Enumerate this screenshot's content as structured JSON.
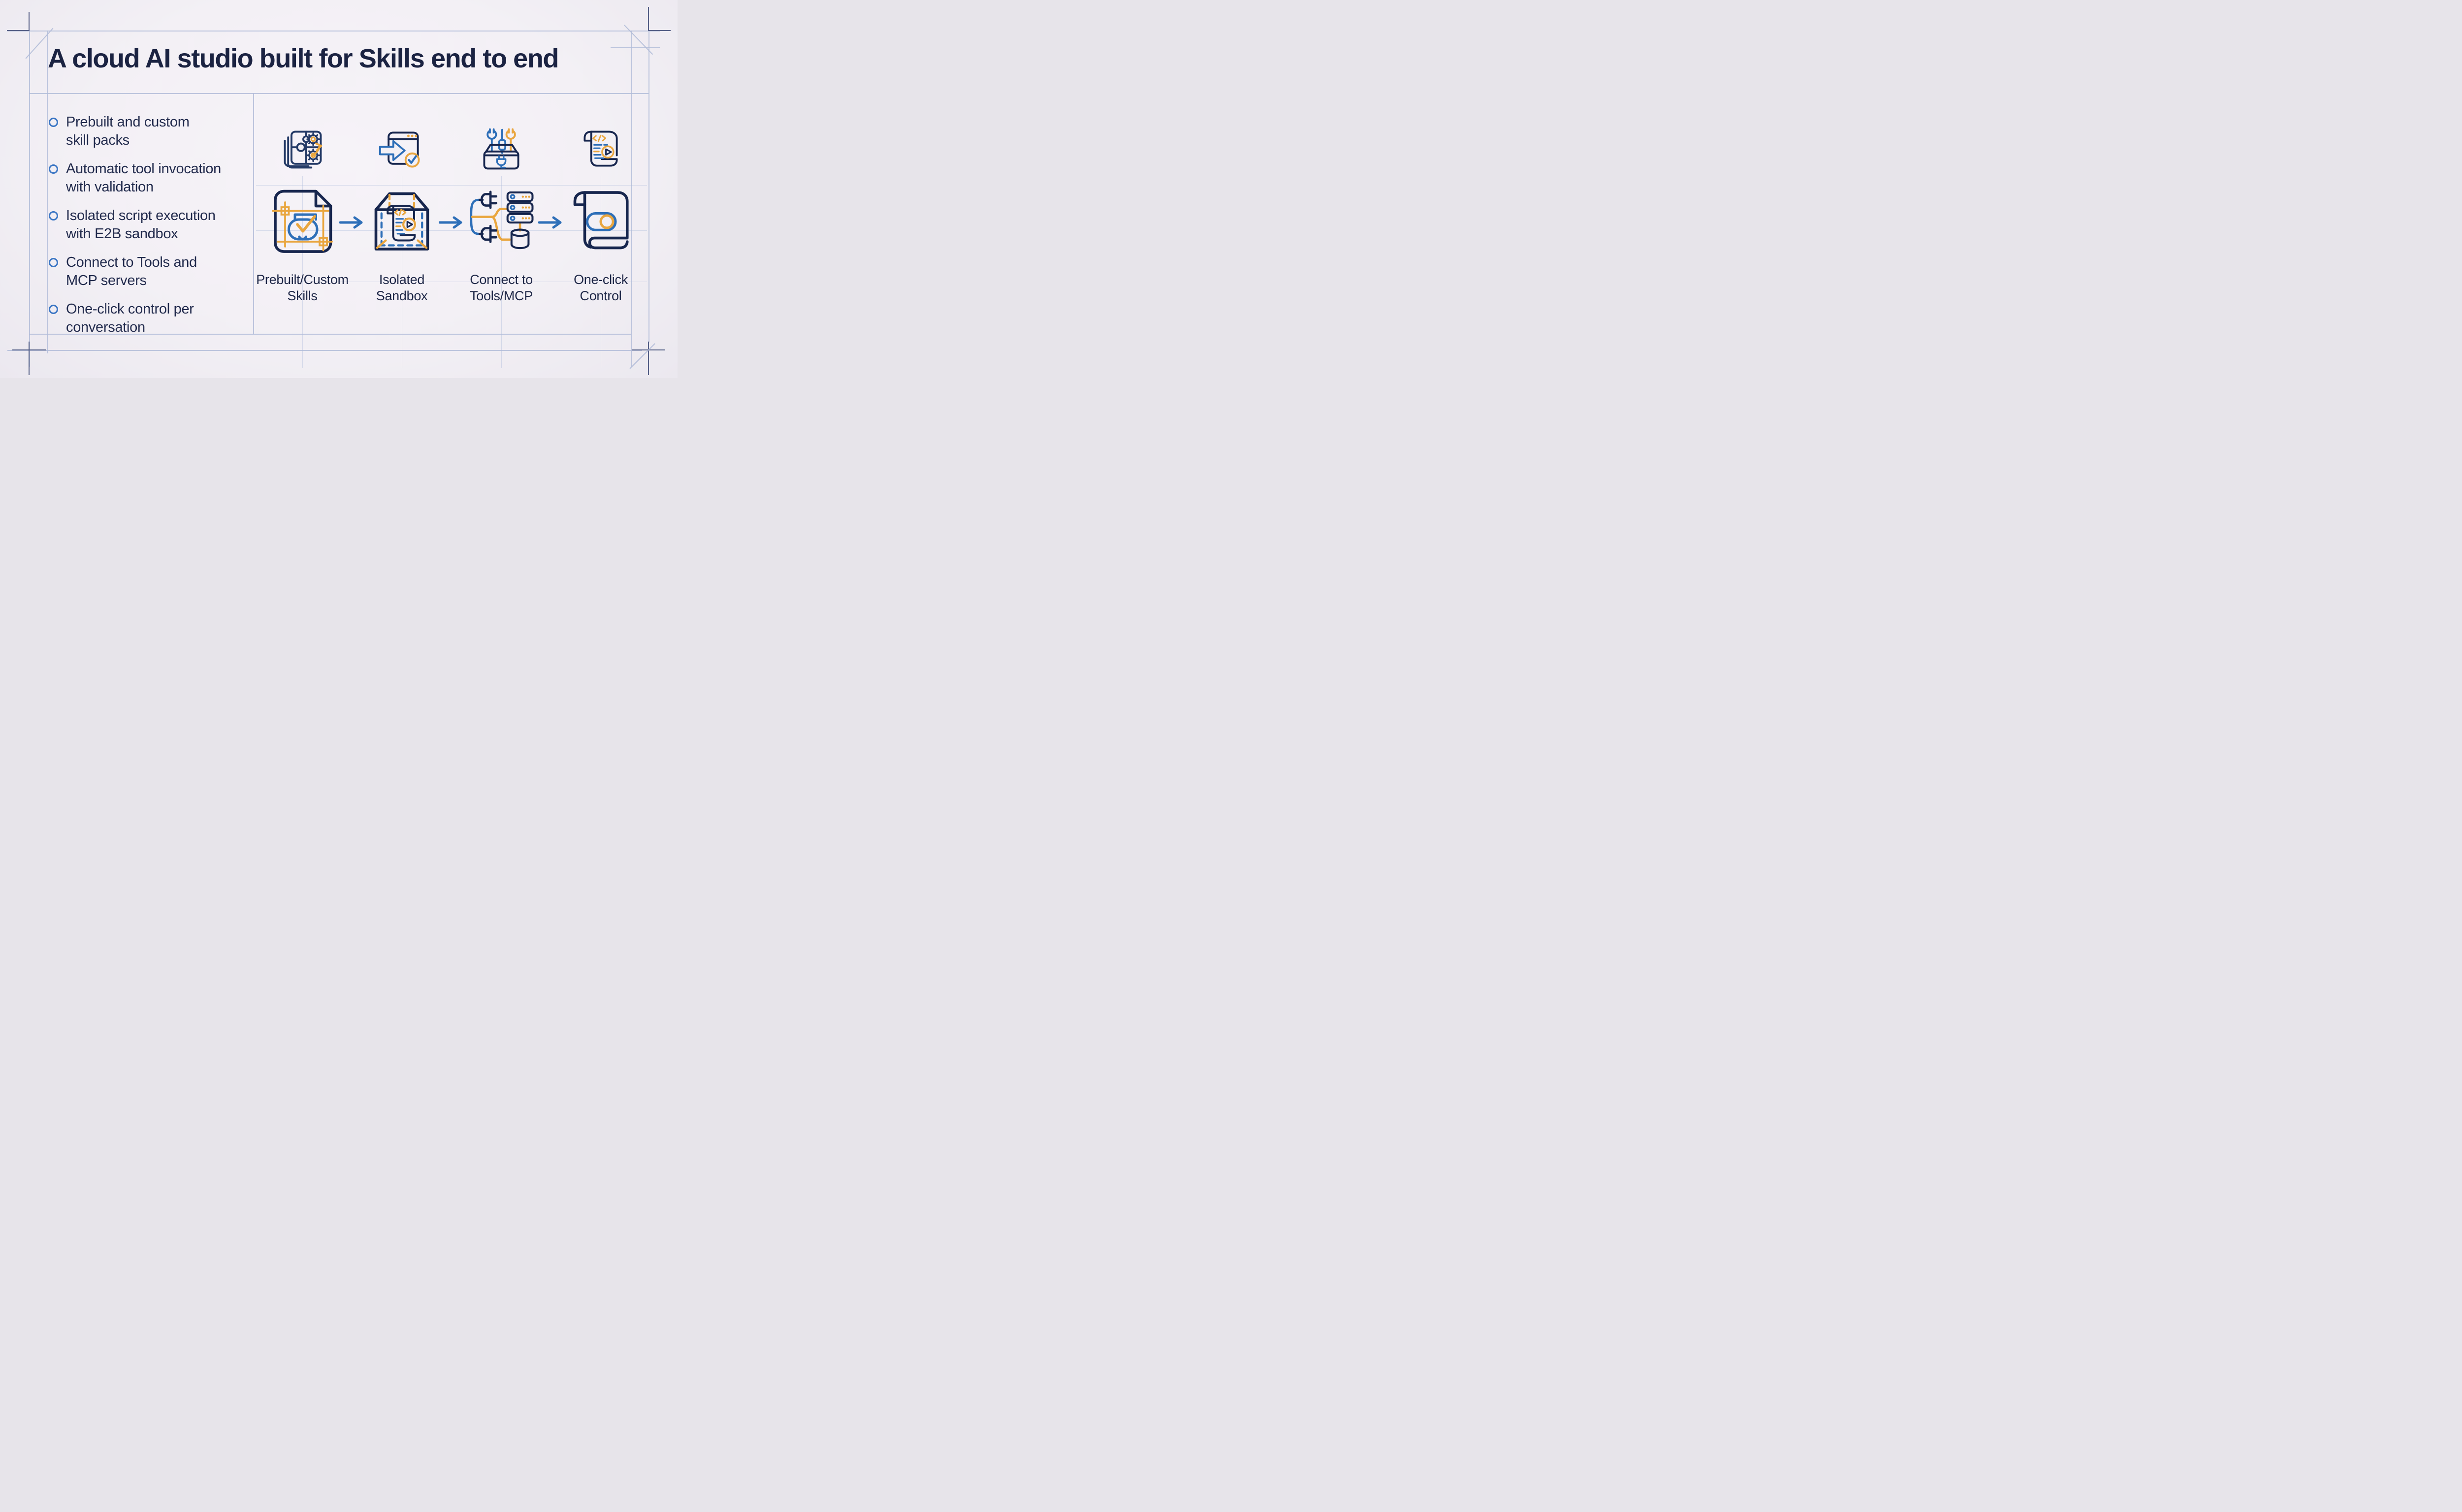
{
  "title": "A cloud AI studio built for Skills end to end",
  "bullets": [
    {
      "l1": "Prebuilt and custom",
      "l2": "skill packs"
    },
    {
      "l1": "Automatic tool invocation",
      "l2": "with validation"
    },
    {
      "l1": "Isolated script execution",
      "l2": "with E2B sandbox"
    },
    {
      "l1": "Connect to Tools and",
      "l2": "MCP servers"
    },
    {
      "l1": "One-click control per",
      "l2": "conversation"
    }
  ],
  "pipeline": {
    "steps": [
      {
        "l1": "Prebuilt/Custom",
        "l2": "Skills",
        "small_icon": "puzzle-skill-packs-icon",
        "big_icon": "blueprint-document-check-icon"
      },
      {
        "l1": "Isolated",
        "l2": "Sandbox",
        "small_icon": "window-import-check-icon",
        "big_icon": "sandbox-cube-script-icon"
      },
      {
        "l1": "Connect to",
        "l2": "Tools/MCP",
        "small_icon": "toolbox-icon",
        "big_icon": "plugs-servers-database-icon"
      },
      {
        "l1": "One-click",
        "l2": "Control",
        "small_icon": "code-scroll-play-icon",
        "big_icon": "scroll-toggle-icon"
      }
    ],
    "connector": "right-arrow"
  },
  "colors": {
    "background": "#f3f0f5",
    "title_text": "#1b2342",
    "body_text": "#222b4d",
    "icon_navy": "#243a66",
    "icon_dark_navy": "#17264e",
    "icon_blue": "#2e6fb8",
    "icon_orange": "#e9a63f",
    "bullet_ring": "#3b76c4",
    "guide_light": "#b2bcd8",
    "guide_dark": "#566087"
  }
}
